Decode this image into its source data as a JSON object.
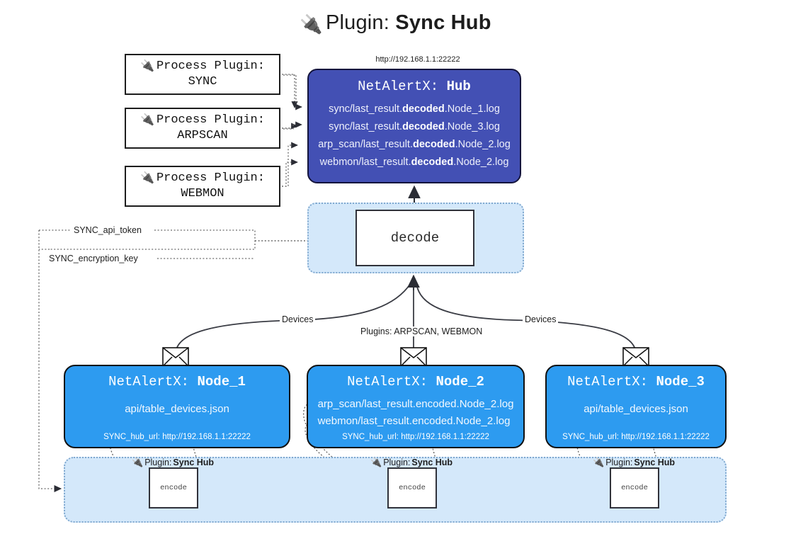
{
  "title": {
    "prefix": "Plugin:",
    "name": "Sync Hub",
    "icon": "plug-icon"
  },
  "hub": {
    "url": "http://192.168.1.1:22222",
    "title_prefix": "NetAlertX:",
    "title_name": "Hub",
    "lines": [
      {
        "pre": "sync/last_result.",
        "bold": "decoded",
        "post": ".Node_1.log"
      },
      {
        "pre": "sync/last_result.",
        "bold": "decoded",
        "post": ".Node_3.log"
      },
      {
        "pre": "arp_scan/last_result.",
        "bold": "decoded",
        "post": ".Node_2.log"
      },
      {
        "pre": "webmon/last_result.",
        "bold": "decoded",
        "post": ".Node_2.log"
      }
    ]
  },
  "process_plugins": [
    {
      "label": "Process Plugin:",
      "name": "SYNC"
    },
    {
      "label": "Process Plugin:",
      "name": "ARPSCAN"
    },
    {
      "label": "Process Plugin:",
      "name": "WEBMON"
    }
  ],
  "decode": {
    "label": "decode"
  },
  "secrets": [
    {
      "label": "SYNC_api_token"
    },
    {
      "label": "SYNC_encryption_key"
    }
  ],
  "edge_labels": {
    "devices_left": "Devices",
    "devices_right": "Devices",
    "plugins": "Plugins: ARPSCAN, WEBMON"
  },
  "nodes": [
    {
      "title_prefix": "NetAlertX:",
      "title_name": "Node_1",
      "lines": [
        "api/table_devices.json"
      ],
      "url_key": "SYNC_hub_url:",
      "url_value": "http://192.168.1.1:22222"
    },
    {
      "title_prefix": "NetAlertX:",
      "title_name": "Node_2",
      "lines": [
        "arp_scan/last_result.encoded.Node_2.log",
        "webmon/last_result.encoded.Node_2.log"
      ],
      "url_key": "SYNC_hub_url:",
      "url_value": "http://192.168.1.1:22222"
    },
    {
      "title_prefix": "NetAlertX:",
      "title_name": "Node_3",
      "lines": [
        "api/table_devices.json"
      ],
      "url_key": "SYNC_hub_url:",
      "url_value": "http://192.168.1.1:22222"
    }
  ],
  "encoders": [
    {
      "plugin_prefix": "Plugin:",
      "plugin_name": "Sync Hub",
      "label": "encode"
    },
    {
      "plugin_prefix": "Plugin:",
      "plugin_name": "Sync Hub",
      "label": "encode"
    },
    {
      "plugin_prefix": "Plugin:",
      "plugin_name": "Sync Hub",
      "label": "encode"
    }
  ],
  "colors": {
    "hub": "#4350b4",
    "node": "#2d9bf0",
    "container": "#d4e8fa",
    "container_border": "#7fa8cf",
    "stroke": "#30323a"
  }
}
